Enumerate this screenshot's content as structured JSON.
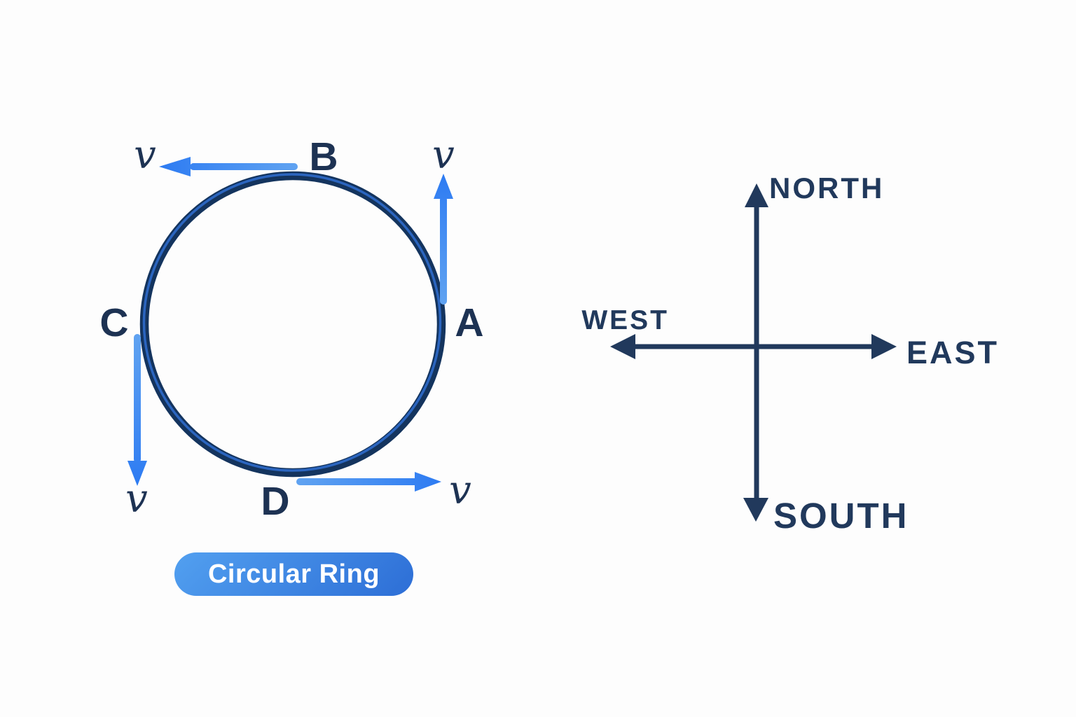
{
  "ring_diagram": {
    "caption": "Circular Ring",
    "point_labels": {
      "a": "A",
      "b": "B",
      "c": "C",
      "d": "D"
    },
    "velocity_symbol": "v"
  },
  "compass": {
    "north": "NORTH",
    "south": "SOUTH",
    "east": "EAST",
    "west": "WEST"
  },
  "colors": {
    "background": "#fdfdfd",
    "label_navy": "#1d3253",
    "compass_navy": "#21395c",
    "ring_dark": "#14345e",
    "ring_highlight": "#2f6fd0",
    "arrow_blue_light": "#5fa2f1",
    "arrow_blue_strong": "#2d7bf2",
    "badge_gradient_start": "#52a0f0",
    "badge_gradient_end": "#2d6ed6",
    "badge_text": "#ffffff"
  }
}
